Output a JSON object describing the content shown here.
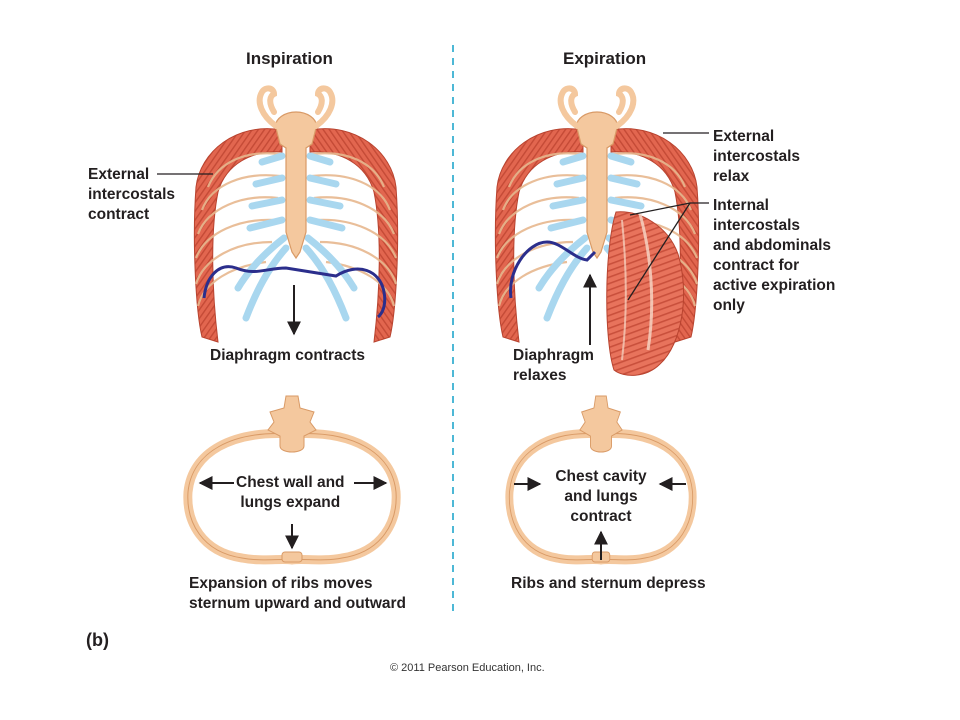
{
  "panels": {
    "left": {
      "title": "Inspiration",
      "muscle_label": [
        "External",
        "intercostals",
        "contract"
      ],
      "diaphragm_label": "Diaphragm contracts",
      "cavity_label": [
        "Chest wall and",
        "lungs expand"
      ],
      "caption": [
        "Expansion of ribs moves",
        "sternum upward and outward"
      ]
    },
    "right": {
      "title": "Expiration",
      "muscle_label_external": [
        "External",
        "intercostals",
        "relax"
      ],
      "muscle_label_internal": [
        "Internal",
        "intercostals",
        "and abdominals",
        "contract for",
        "active expiration",
        "only"
      ],
      "diaphragm_label": [
        "Diaphragm",
        "relaxes"
      ],
      "cavity_label": [
        "Chest cavity",
        "and lungs",
        "contract"
      ],
      "caption": "Ribs and sternum depress"
    }
  },
  "figure_letter": "(b)",
  "copyright": "© 2011 Pearson Education, Inc.",
  "colors": {
    "muscle": "#e2664f",
    "muscle_stripe": "#c44a36",
    "bone": "#f4c89e",
    "bone_outline": "#d99a66",
    "cartilage": "#a9d7ef",
    "diaphragm": "#2b2e8c",
    "divider": "#4db8d6",
    "text": "#231f20"
  }
}
